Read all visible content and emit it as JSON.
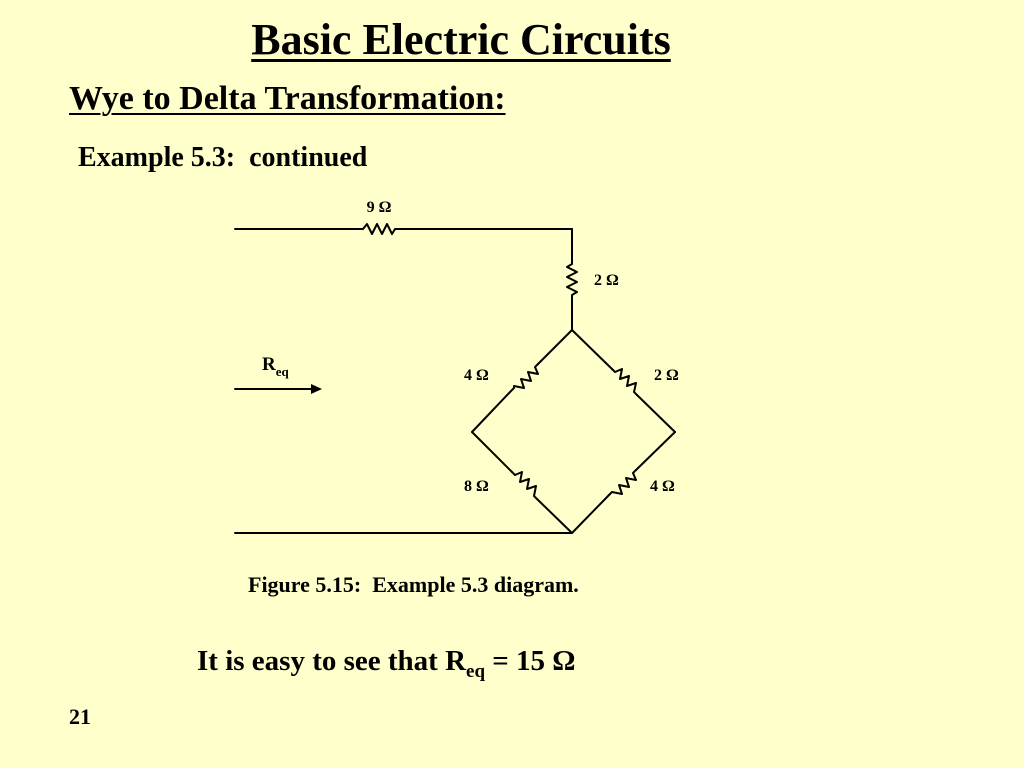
{
  "slide": {
    "title": "Basic Electric Circuits",
    "subtitle": "Wye to Delta Transformation:",
    "example_label": "Example 5.3:  continued",
    "figure_caption": "Figure 5.15:  Example 5.3 diagram.",
    "conclusion_prefix": "It is easy to see that R",
    "conclusion_sub": "eq",
    "conclusion_suffix": " = 15 Ω",
    "slide_number": "21"
  },
  "diagram": {
    "req_label": "R",
    "req_sub": "eq",
    "resistors": {
      "top_series": "9 Ω",
      "vertical": "2 Ω",
      "upper_left": "4 Ω",
      "upper_right": "2 Ω",
      "lower_left": "8 Ω",
      "lower_right": "4 Ω"
    }
  },
  "colors": {
    "background": "#FFFFCC",
    "ink": "#000000"
  }
}
